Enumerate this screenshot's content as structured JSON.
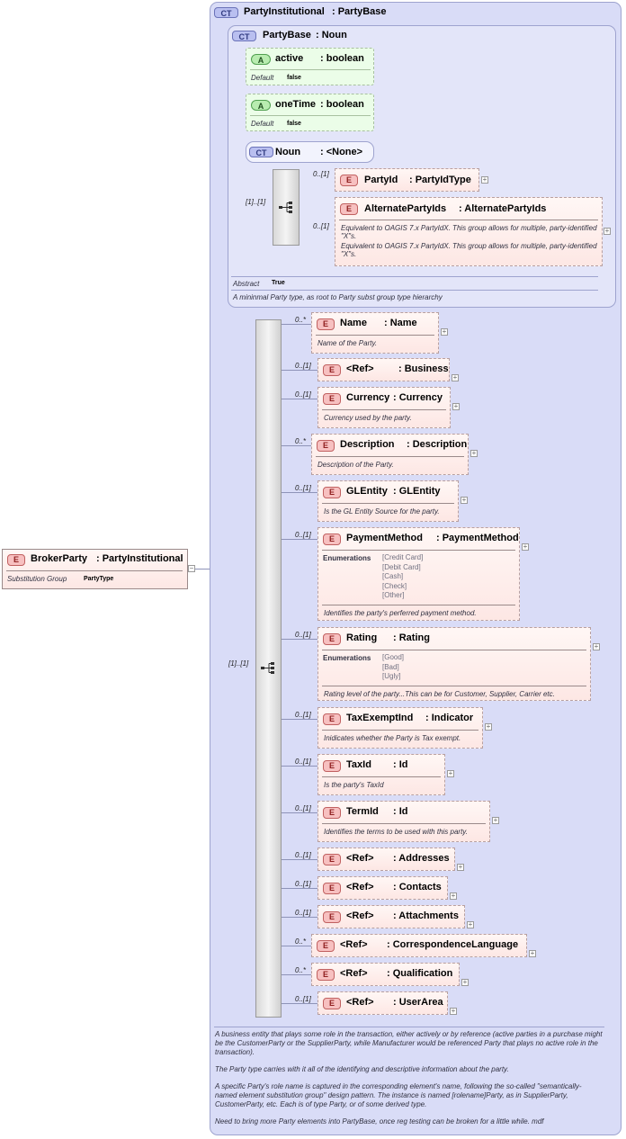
{
  "root": {
    "tag": "E",
    "name": "BrokerParty",
    "type": ": PartyInstitutional",
    "subst_label": "Substitution Group",
    "subst_value": "PartyType"
  },
  "party_institutional": {
    "tag": "CT",
    "title": "PartyInstitutional",
    "type": ": PartyBase"
  },
  "party_base": {
    "tag": "CT",
    "title": "PartyBase",
    "type": ": Noun",
    "attrs": [
      {
        "tag": "A",
        "name": "active",
        "type": ": boolean",
        "default_label": "Default",
        "default_value": "false"
      },
      {
        "tag": "A",
        "name": "oneTime",
        "type": ": boolean",
        "default_label": "Default",
        "default_value": "false"
      }
    ],
    "noun": {
      "tag": "CT",
      "name": "Noun",
      "type": ": <None>"
    },
    "seq_mult": "[1]..[1]",
    "party_id": {
      "mult": "0..[1]",
      "tag": "E",
      "name": "PartyId",
      "type": ": PartyIdType"
    },
    "alt_ids": {
      "mult": "0..[1]",
      "tag": "E",
      "name": "AlternatePartyIds",
      "type": ": AlternatePartyIds",
      "doc1": "Equivalent to OAGIS 7.x PartyIdX. This group allows for multiple, party-identified \"X\"s.",
      "doc2": "Equivalent to OAGIS 7.x PartyIdX. This group allows for multiple, party-identified \"X\"s."
    },
    "abstract_label": "Abstract",
    "abstract_value": "True",
    "doc": "A mininmal Party type, as root to Party subst group type hierarchy"
  },
  "main_seq_mult": "[1]..[1]",
  "elements": [
    {
      "mult": "0..*",
      "tag": "E",
      "name": "Name",
      "type": ": Name",
      "doc": "Name of the Party."
    },
    {
      "mult": "0..[1]",
      "tag": "E",
      "name": "<Ref>",
      "type": ": Business"
    },
    {
      "mult": "0..[1]",
      "tag": "E",
      "name": "Currency",
      "type": ": Currency",
      "doc": "Currency used by the party."
    },
    {
      "mult": "0..*",
      "tag": "E",
      "name": "Description",
      "type": ": Description",
      "doc": "Description of the Party."
    },
    {
      "mult": "0..[1]",
      "tag": "E",
      "name": "GLEntity",
      "type": ": GLEntity",
      "doc": "Is the GL Entity Source for the party."
    },
    {
      "mult": "0..[1]",
      "tag": "E",
      "name": "PaymentMethod",
      "type": ": PaymentMethod",
      "enum_label": "Enumerations",
      "enums": [
        "[Credit Card]",
        "[Debit Card]",
        "[Cash]",
        "[Check]",
        "[Other]"
      ],
      "doc": "Identifies the party's perferred payment method."
    },
    {
      "mult": "0..[1]",
      "tag": "E",
      "name": "Rating",
      "type": ": Rating",
      "enum_label": "Enumerations",
      "enums": [
        "[Good]",
        "[Bad]",
        "[Ugly]"
      ],
      "doc": "Rating level of the party...This can be for Customer, Supplier, Carrier etc."
    },
    {
      "mult": "0..[1]",
      "tag": "E",
      "name": "TaxExemptInd",
      "type": ": Indicator",
      "doc": "Inidicates whether the Party is Tax exempt."
    },
    {
      "mult": "0..[1]",
      "tag": "E",
      "name": "TaxId",
      "type": ": Id",
      "doc": "Is the party's TaxId"
    },
    {
      "mult": "0..[1]",
      "tag": "E",
      "name": "TermId",
      "type": ": Id",
      "doc": "Identifies the terms to be used with this party."
    },
    {
      "mult": "0..[1]",
      "tag": "E",
      "name": "<Ref>",
      "type": ": Addresses"
    },
    {
      "mult": "0..[1]",
      "tag": "E",
      "name": "<Ref>",
      "type": ": Contacts"
    },
    {
      "mult": "0..[1]",
      "tag": "E",
      "name": "<Ref>",
      "type": ": Attachments"
    },
    {
      "mult": "0..*",
      "tag": "E",
      "name": "<Ref>",
      "type": ": CorrespondenceLanguage"
    },
    {
      "mult": "0..*",
      "tag": "E",
      "name": "<Ref>",
      "type": ": Qualification"
    },
    {
      "mult": "0..[1]",
      "tag": "E",
      "name": "<Ref>",
      "type": ": UserArea"
    }
  ],
  "bottom_doc": [
    "A business entity that plays some role in the transaction, either actively or  by reference (active parties  in a purchase might be the CustomerParty or the SupplierParty, while Manufacturer would be referenced Party that plays no active role in the transaction).",
    "The Party type carries with it all of the identifying and descriptive information about the party.",
    "A specific Party's role name is captured in the corresponding element's name, following the so-called \"semantically-named element substitution group\" design pattern. The instance is named [rolename]Party, as in SupplierParty, CustomerParty, etc. Each is of type Party, or of some derived type.",
    "Need to bring more Party elements into PartyBase, once reg testing can be broken for a little while. mdf"
  ]
}
